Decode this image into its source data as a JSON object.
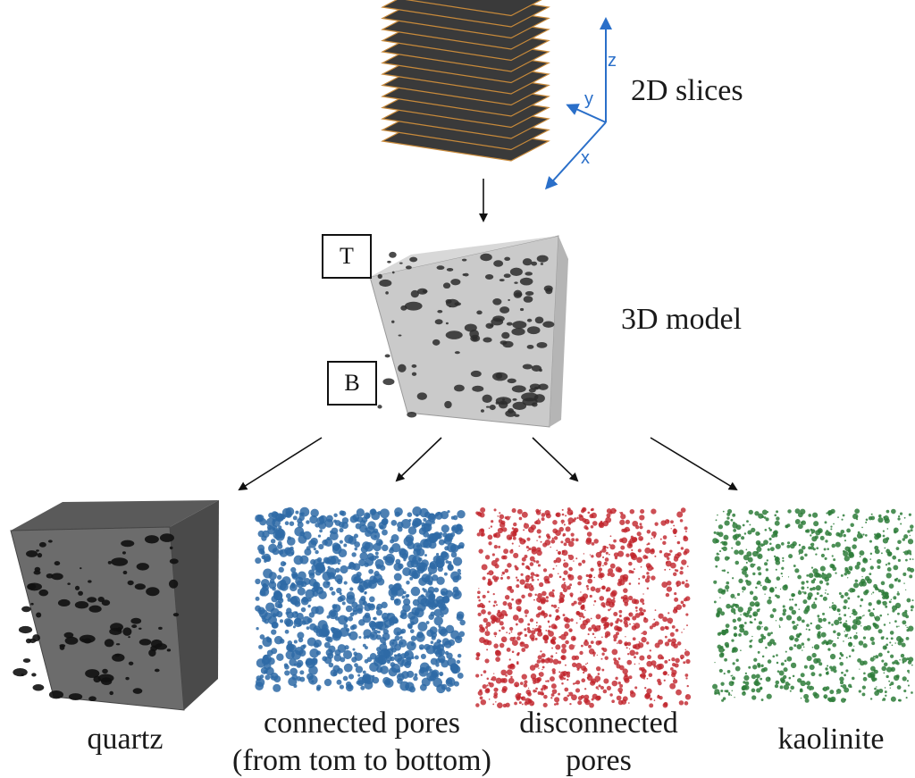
{
  "top": {
    "title": "2D slices",
    "axes": {
      "z": "z",
      "y": "y",
      "x": "x"
    }
  },
  "middle": {
    "title": "3D model",
    "top_marker": "T",
    "bottom_marker": "B"
  },
  "bottom": {
    "items": [
      {
        "label_line1": "quartz",
        "label_line2": ""
      },
      {
        "label_line1": "connected pores",
        "label_line2": "(from tom to bottom)"
      },
      {
        "label_line1": "disconnected",
        "label_line2": "pores"
      },
      {
        "label_line1": "kaolinite",
        "label_line2": ""
      }
    ]
  },
  "colors": {
    "axis": "#2a6fc9",
    "quartz": "#6e6e6e",
    "connected": "#2e6aa6",
    "disconnected": "#c0232a",
    "kaolinite": "#2e7d3a",
    "model": "#c9c9c9",
    "slice": "#3a3a3a",
    "slice_edge": "#c88a3a"
  }
}
